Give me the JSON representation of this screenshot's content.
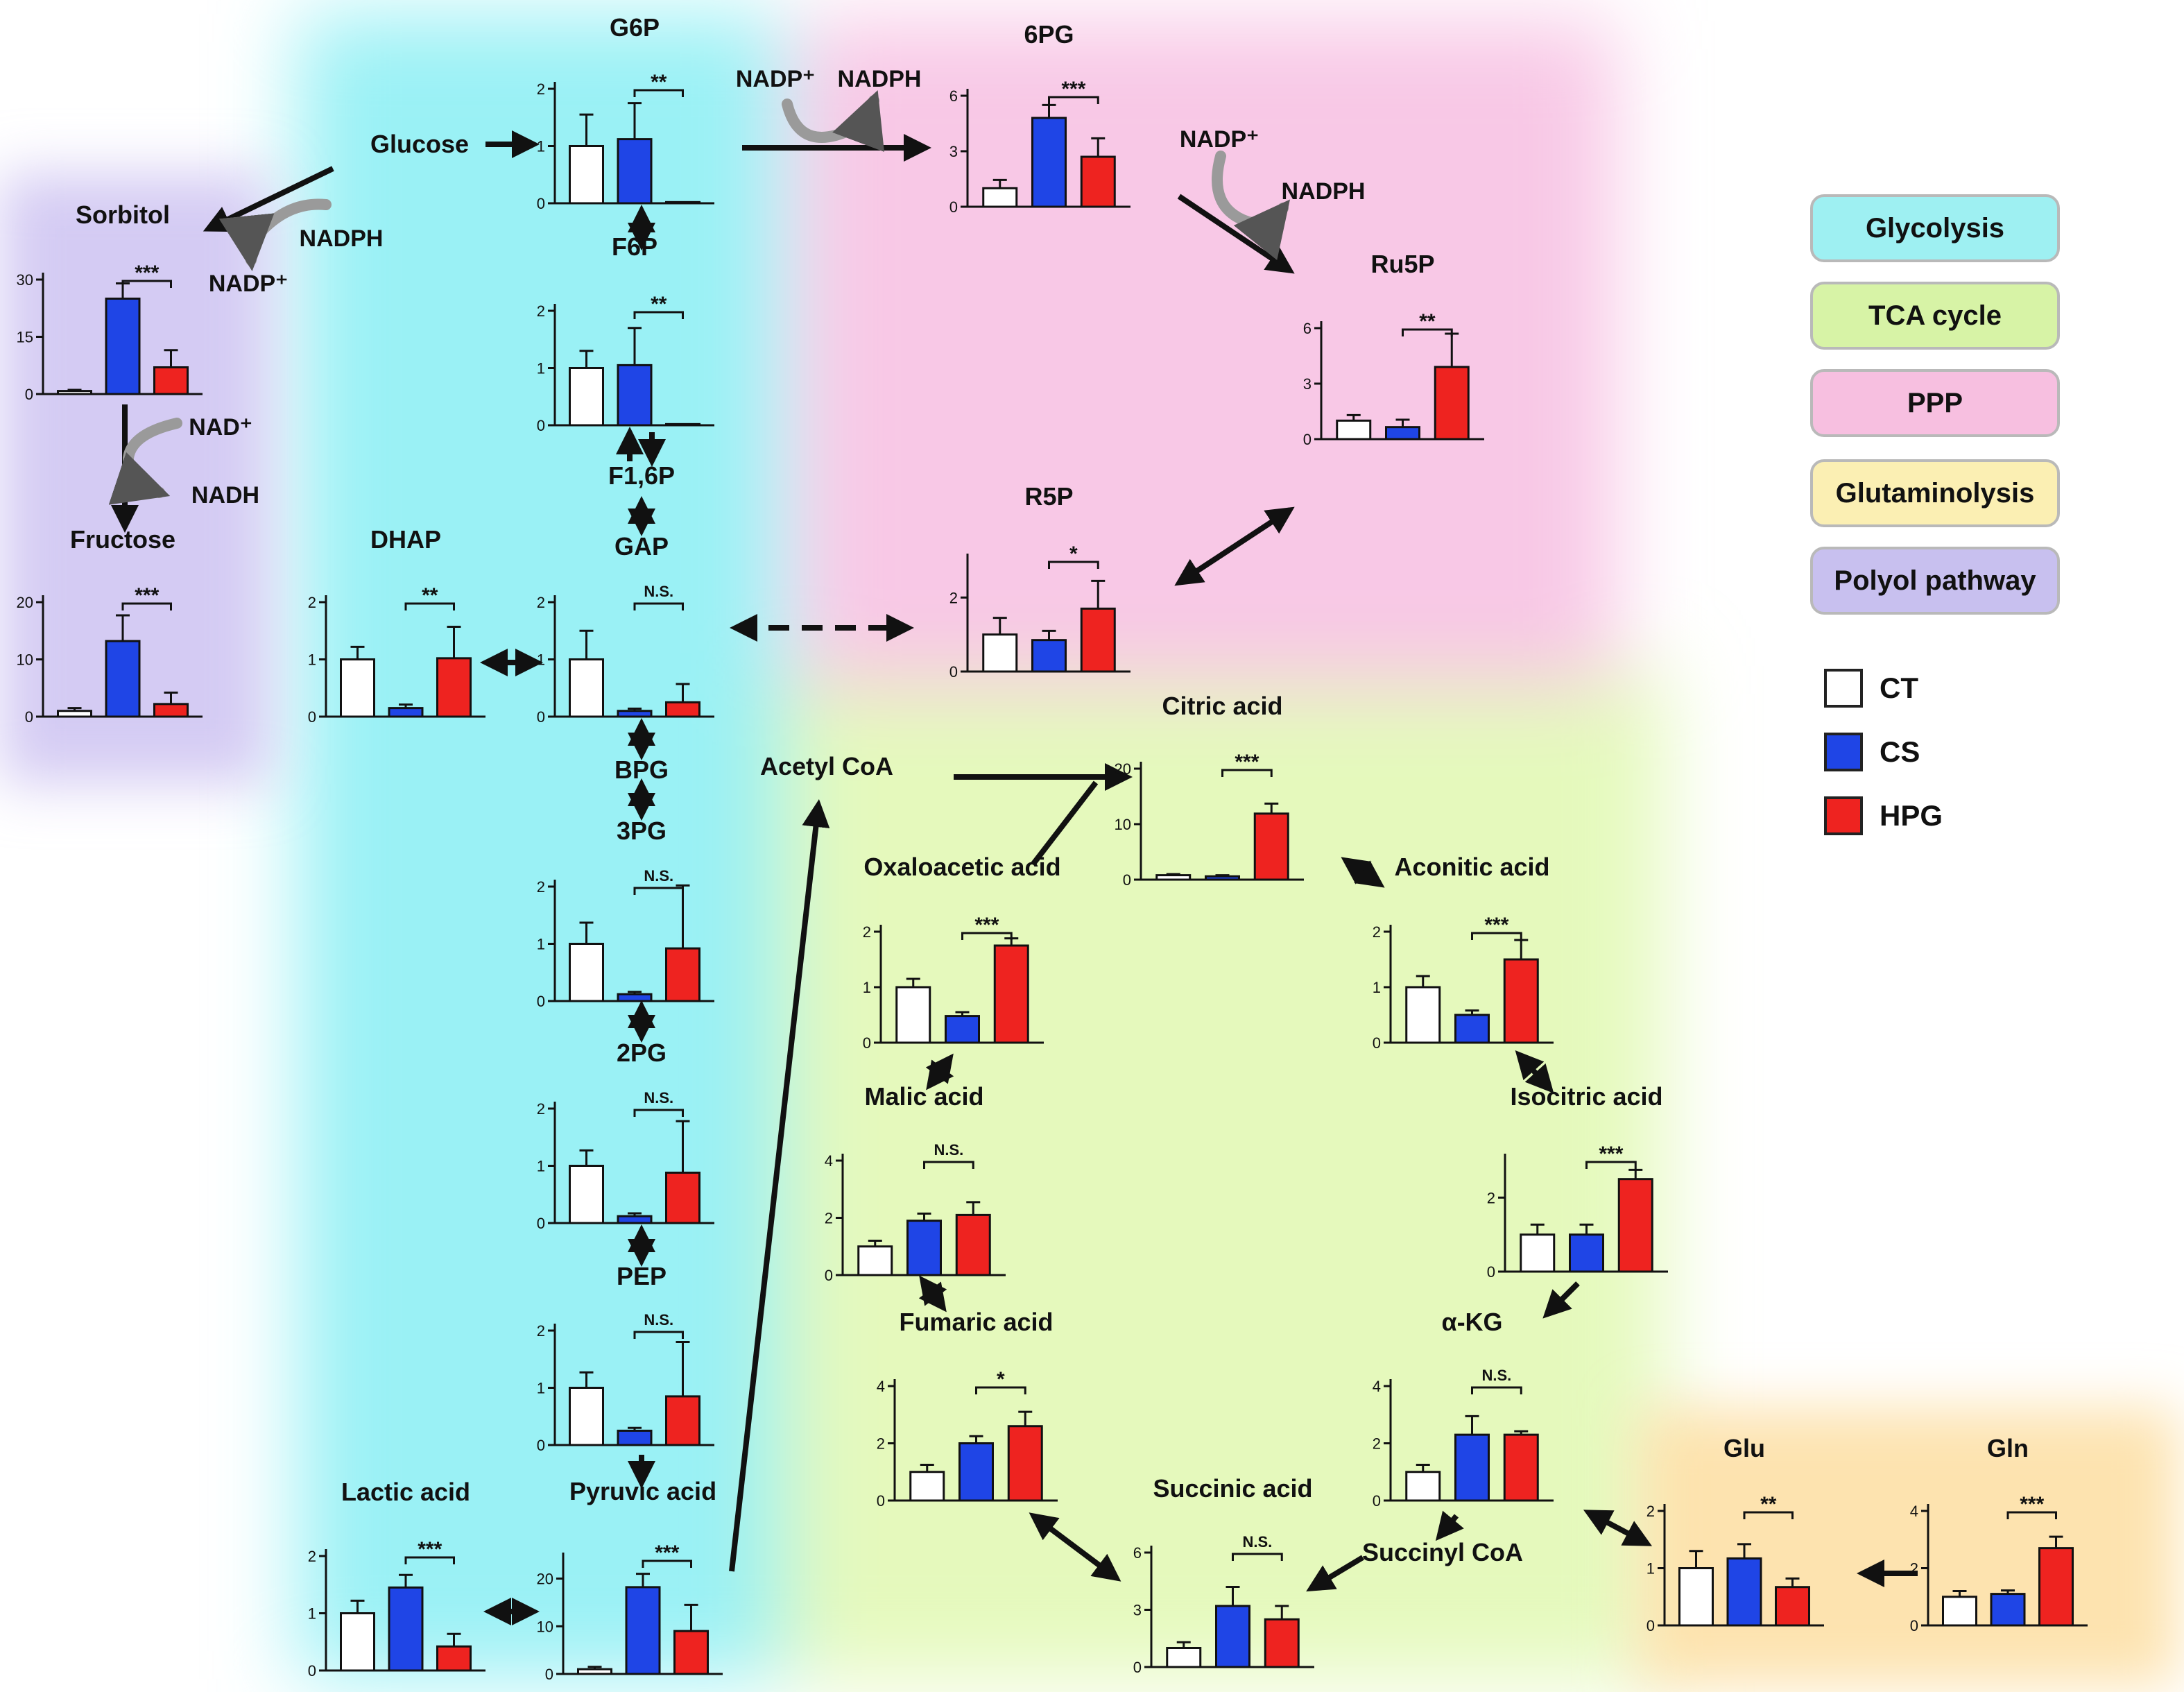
{
  "colors": {
    "ct": "#ffffff",
    "cs": "#1f45e6",
    "hpg": "#ee2320",
    "glycolysis": "#8ff0f4",
    "tca": "#e0f8b0",
    "ppp": "#f7c2e3",
    "glutaminolysis": "#fde0a6",
    "polyol": "#cfc5f2"
  },
  "legend": {
    "pathways": [
      {
        "label": "Glycolysis",
        "color": "#9ef0f2"
      },
      {
        "label": "TCA cycle",
        "color": "#d7f3a6"
      },
      {
        "label": "PPP",
        "color": "#f7bfe0"
      },
      {
        "label": "Glutaminolysis",
        "color": "#fbefb3"
      },
      {
        "label": "Polyol pathway",
        "color": "#c8c0ef"
      }
    ],
    "groups": [
      {
        "label": "CT",
        "color": "#ffffff"
      },
      {
        "label": "CS",
        "color": "#1f45e6"
      },
      {
        "label": "HPG",
        "color": "#ee2320"
      }
    ]
  },
  "labels": {
    "glucose": "Glucose",
    "nadph": "NADPH",
    "nadp": "NADP⁺",
    "nad": "NAD⁺",
    "nadh": "NADH",
    "f16p": "F1,6P",
    "gap": "GAP",
    "bpg": "BPG",
    "pg3": "3PG",
    "pg2": "2PG",
    "pep": "PEP",
    "acetyl_coa": "Acetyl CoA",
    "succinyl_coa": "Succinyl CoA"
  },
  "chart_data": [
    {
      "type": "bar",
      "id": "g6p",
      "title": "G6P",
      "categories": [
        "CT",
        "CS",
        "HPG"
      ],
      "values": [
        1.0,
        1.12,
        0.02
      ],
      "errors": [
        0.55,
        0.63,
        0.0
      ],
      "yticks": [
        0,
        1,
        2
      ],
      "ylim": [
        0,
        2
      ],
      "significance": "**",
      "sig_between": [
        1,
        2
      ]
    },
    {
      "type": "bar",
      "id": "f6p",
      "title": "F6P",
      "categories": [
        "CT",
        "CS",
        "HPG"
      ],
      "values": [
        1.0,
        1.05,
        0.02
      ],
      "errors": [
        0.3,
        0.65,
        0.0
      ],
      "yticks": [
        0,
        1,
        2
      ],
      "ylim": [
        0,
        2
      ],
      "significance": "**",
      "sig_between": [
        1,
        2
      ]
    },
    {
      "type": "bar",
      "id": "gap",
      "title": "",
      "categories": [
        "CT",
        "CS",
        "HPG"
      ],
      "values": [
        1.0,
        0.1,
        0.25
      ],
      "errors": [
        0.5,
        0.04,
        0.32
      ],
      "yticks": [
        0,
        1,
        2
      ],
      "ylim": [
        0,
        2
      ],
      "significance": "N.S.",
      "sig_between": [
        1,
        2
      ]
    },
    {
      "type": "bar",
      "id": "pg3",
      "title": "",
      "categories": [
        "CT",
        "CS",
        "HPG"
      ],
      "values": [
        1.0,
        0.12,
        0.92
      ],
      "errors": [
        0.37,
        0.04,
        1.1
      ],
      "yticks": [
        0,
        1,
        2
      ],
      "ylim": [
        0,
        2
      ],
      "significance": "N.S.",
      "sig_between": [
        1,
        2
      ]
    },
    {
      "type": "bar",
      "id": "pg2",
      "title": "",
      "categories": [
        "CT",
        "CS",
        "HPG"
      ],
      "values": [
        1.0,
        0.12,
        0.88
      ],
      "errors": [
        0.27,
        0.05,
        0.9
      ],
      "yticks": [
        0,
        1,
        2
      ],
      "ylim": [
        0,
        2
      ],
      "significance": "N.S.",
      "sig_between": [
        1,
        2
      ]
    },
    {
      "type": "bar",
      "id": "pep",
      "title": "",
      "categories": [
        "CT",
        "CS",
        "HPG"
      ],
      "values": [
        1.0,
        0.25,
        0.85
      ],
      "errors": [
        0.27,
        0.05,
        0.95
      ],
      "yticks": [
        0,
        1,
        2
      ],
      "ylim": [
        0,
        2
      ],
      "significance": "N.S.",
      "sig_between": [
        1,
        2
      ]
    },
    {
      "type": "bar",
      "id": "pyruvic",
      "title": "Pyruvic acid",
      "categories": [
        "CT",
        "CS",
        "HPG"
      ],
      "values": [
        1.0,
        18.2,
        9.0
      ],
      "errors": [
        0.5,
        2.8,
        5.5
      ],
      "yticks": [
        0,
        10,
        20
      ],
      "ylim": [
        0,
        24
      ],
      "significance": "***",
      "sig_between": [
        1,
        2
      ]
    },
    {
      "type": "bar",
      "id": "lactic",
      "title": "Lactic acid",
      "categories": [
        "CT",
        "CS",
        "HPG"
      ],
      "values": [
        1.0,
        1.45,
        0.42
      ],
      "errors": [
        0.22,
        0.22,
        0.22
      ],
      "yticks": [
        0,
        1,
        2
      ],
      "ylim": [
        0,
        2
      ],
      "significance": "***",
      "sig_between": [
        1,
        2
      ]
    },
    {
      "type": "bar",
      "id": "dhap",
      "title": "DHAP",
      "categories": [
        "CT",
        "CS",
        "HPG"
      ],
      "values": [
        1.0,
        0.15,
        1.02
      ],
      "errors": [
        0.22,
        0.06,
        0.55
      ],
      "yticks": [
        0,
        1,
        2
      ],
      "ylim": [
        0,
        2
      ],
      "significance": "**",
      "sig_between": [
        1,
        2
      ]
    },
    {
      "type": "bar",
      "id": "sorbitol",
      "title": "Sorbitol",
      "categories": [
        "CT",
        "CS",
        "HPG"
      ],
      "values": [
        0.8,
        25.0,
        7.0
      ],
      "errors": [
        0.3,
        4.0,
        4.5
      ],
      "yticks": [
        0,
        15,
        30
      ],
      "ylim": [
        0,
        30
      ],
      "significance": "***",
      "sig_between": [
        1,
        2
      ]
    },
    {
      "type": "bar",
      "id": "fructose",
      "title": "Fructose",
      "categories": [
        "CT",
        "CS",
        "HPG"
      ],
      "values": [
        1.0,
        13.2,
        2.2
      ],
      "errors": [
        0.5,
        4.5,
        2.0
      ],
      "yticks": [
        0,
        10,
        20
      ],
      "ylim": [
        0,
        20
      ],
      "significance": "***",
      "sig_between": [
        1,
        2
      ]
    },
    {
      "type": "bar",
      "id": "6pg",
      "title": "6PG",
      "categories": [
        "CT",
        "CS",
        "HPG"
      ],
      "values": [
        1.0,
        4.8,
        2.7
      ],
      "errors": [
        0.45,
        0.7,
        1.0
      ],
      "yticks": [
        0,
        3,
        6
      ],
      "ylim": [
        0,
        6
      ],
      "significance": "***",
      "sig_between": [
        1,
        2
      ]
    },
    {
      "type": "bar",
      "id": "ru5p",
      "title": "Ru5P",
      "categories": [
        "CT",
        "CS",
        "HPG"
      ],
      "values": [
        1.0,
        0.65,
        3.9
      ],
      "errors": [
        0.3,
        0.4,
        1.8
      ],
      "yticks": [
        0,
        3,
        6
      ],
      "ylim": [
        0,
        6
      ],
      "significance": "**",
      "sig_between": [
        1,
        2
      ]
    },
    {
      "type": "bar",
      "id": "r5p",
      "title": "R5P",
      "categories": [
        "CT",
        "CS",
        "HPG"
      ],
      "values": [
        1.0,
        0.85,
        1.7
      ],
      "errors": [
        0.45,
        0.25,
        0.75
      ],
      "yticks": [
        0,
        2
      ],
      "ylim": [
        0,
        3
      ],
      "significance": "*",
      "sig_between": [
        1,
        2
      ]
    },
    {
      "type": "bar",
      "id": "citric",
      "title": "Citric acid",
      "categories": [
        "CT",
        "CS",
        "HPG"
      ],
      "values": [
        0.8,
        0.6,
        11.9
      ],
      "errors": [
        0.2,
        0.2,
        1.8
      ],
      "yticks": [
        0,
        10,
        20
      ],
      "ylim": [
        0,
        20
      ],
      "significance": "***",
      "sig_between": [
        1,
        2
      ]
    },
    {
      "type": "bar",
      "id": "aconitic",
      "title": "Aconitic acid",
      "categories": [
        "CT",
        "CS",
        "HPG"
      ],
      "values": [
        1.0,
        0.5,
        1.5
      ],
      "errors": [
        0.2,
        0.08,
        0.35
      ],
      "yticks": [
        0,
        1,
        2
      ],
      "ylim": [
        0,
        2
      ],
      "significance": "***",
      "sig_between": [
        1,
        2
      ]
    },
    {
      "type": "bar",
      "id": "isocitric",
      "title": "Isocitric acid",
      "categories": [
        "CT",
        "CS",
        "HPG"
      ],
      "values": [
        1.0,
        1.0,
        2.5
      ],
      "errors": [
        0.27,
        0.27,
        0.25
      ],
      "yticks": [
        0,
        2
      ],
      "ylim": [
        0,
        3
      ],
      "significance": "***",
      "sig_between": [
        1,
        2
      ]
    },
    {
      "type": "bar",
      "id": "akg",
      "title": "α-KG",
      "categories": [
        "CT",
        "CS",
        "HPG"
      ],
      "values": [
        1.0,
        2.3,
        2.3
      ],
      "errors": [
        0.25,
        0.65,
        0.12
      ],
      "yticks": [
        0,
        2,
        4
      ],
      "ylim": [
        0,
        4
      ],
      "significance": "N.S.",
      "sig_between": [
        1,
        2
      ]
    },
    {
      "type": "bar",
      "id": "succinic",
      "title": "Succinic acid",
      "categories": [
        "CT",
        "CS",
        "HPG"
      ],
      "values": [
        1.0,
        3.2,
        2.5
      ],
      "errors": [
        0.3,
        1.0,
        0.7
      ],
      "yticks": [
        0,
        3,
        6
      ],
      "ylim": [
        0,
        6
      ],
      "significance": "N.S.",
      "sig_between": [
        1,
        2
      ]
    },
    {
      "type": "bar",
      "id": "fumaric",
      "title": "Fumaric acid",
      "categories": [
        "CT",
        "CS",
        "HPG"
      ],
      "values": [
        1.0,
        2.0,
        2.6
      ],
      "errors": [
        0.25,
        0.25,
        0.5
      ],
      "yticks": [
        0,
        2,
        4
      ],
      "ylim": [
        0,
        4
      ],
      "significance": "*",
      "sig_between": [
        1,
        2
      ]
    },
    {
      "type": "bar",
      "id": "malic",
      "title": "Malic acid",
      "categories": [
        "CT",
        "CS",
        "HPG"
      ],
      "values": [
        1.0,
        1.9,
        2.1
      ],
      "errors": [
        0.2,
        0.25,
        0.45
      ],
      "yticks": [
        0,
        2,
        4
      ],
      "ylim": [
        0,
        4
      ],
      "significance": "N.S.",
      "sig_between": [
        1,
        2
      ]
    },
    {
      "type": "bar",
      "id": "oxaloacetic",
      "title": "Oxaloacetic acid",
      "categories": [
        "CT",
        "CS",
        "HPG"
      ],
      "values": [
        1.0,
        0.48,
        1.75
      ],
      "errors": [
        0.15,
        0.07,
        0.13
      ],
      "yticks": [
        0,
        1,
        2
      ],
      "ylim": [
        0,
        2
      ],
      "significance": "***",
      "sig_between": [
        1,
        2
      ]
    },
    {
      "type": "bar",
      "id": "glu",
      "title": "Glu",
      "categories": [
        "CT",
        "CS",
        "HPG"
      ],
      "values": [
        1.0,
        1.17,
        0.67
      ],
      "errors": [
        0.3,
        0.25,
        0.15
      ],
      "yticks": [
        0,
        1,
        2
      ],
      "ylim": [
        0,
        2
      ],
      "significance": "**",
      "sig_between": [
        1,
        2
      ]
    },
    {
      "type": "bar",
      "id": "gln",
      "title": "Gln",
      "categories": [
        "CT",
        "CS",
        "HPG"
      ],
      "values": [
        1.0,
        1.1,
        2.7
      ],
      "errors": [
        0.2,
        0.12,
        0.4
      ],
      "yticks": [
        0,
        2,
        4
      ],
      "ylim": [
        0,
        4
      ],
      "significance": "***",
      "sig_between": [
        1,
        2
      ]
    }
  ]
}
